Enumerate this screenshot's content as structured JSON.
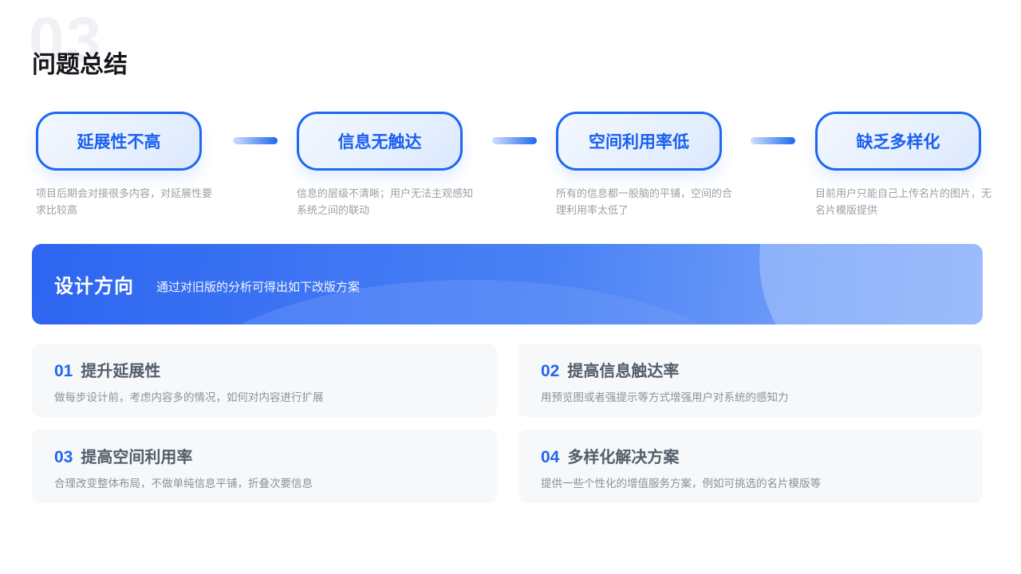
{
  "header": {
    "watermark": "03",
    "title": "问题总结"
  },
  "problems": [
    {
      "label": "延展性不高",
      "desc": "项目后期会对接很多内容，对延展性要求比较高"
    },
    {
      "label": "信息无触达",
      "desc": "信息的层级不清晰；用户无法主观感知系统之间的联动"
    },
    {
      "label": "空间利用率低",
      "desc": "所有的信息都一股脑的平铺，空间的合理利用率太低了"
    },
    {
      "label": "缺乏多样化",
      "desc": "目前用户只能自己上传名片的图片，无名片模版提供"
    }
  ],
  "banner": {
    "title": "设计方向",
    "subtitle": "通过对旧版的分析可得出如下改版方案"
  },
  "solutions": [
    {
      "number": "01",
      "title": "提升延展性",
      "desc": "做每步设计前，考虑内容多的情况，如何对内容进行扩展"
    },
    {
      "number": "02",
      "title": "提高信息触达率",
      "desc": "用预览图或者强提示等方式增强用户对系统的感知力"
    },
    {
      "number": "03",
      "title": "提高空间利用率",
      "desc": "合理改变整体布局，不做单纯信息平铺，折叠次要信息"
    },
    {
      "number": "04",
      "title": "多样化解决方案",
      "desc": "提供一些个性化的增值服务方案，例如可挑选的名片模版等"
    }
  ],
  "colors": {
    "accent": "#1e68f0",
    "card_background": "#f7f8fa",
    "banner_gradient_start": "#2d65f1",
    "banner_gradient_end": "#87adf9"
  }
}
